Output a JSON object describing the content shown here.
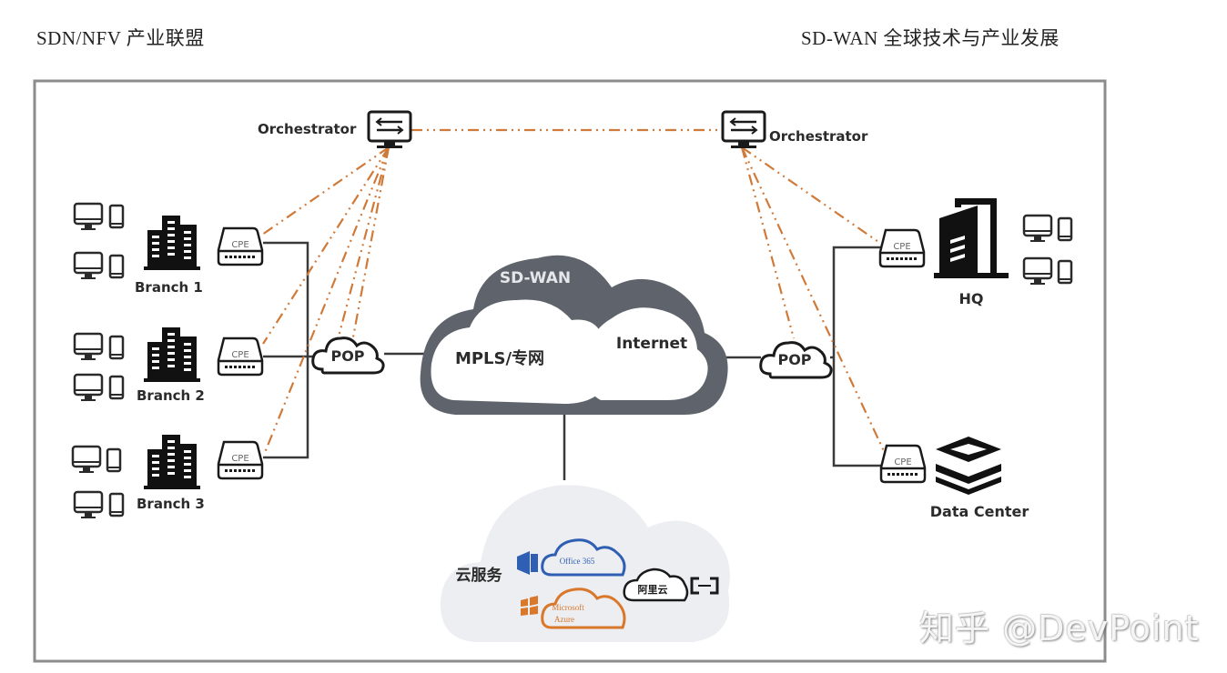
{
  "header": {
    "left": "SDN/NFV 产业联盟",
    "right": "SD-WAN 全球技术与产业发展"
  },
  "orchestrators": [
    {
      "label": "Orchestrator",
      "side": "left"
    },
    {
      "label": "Orchestrator",
      "side": "right"
    }
  ],
  "branches": [
    {
      "label": "Branch 1",
      "cpe": "CPE"
    },
    {
      "label": "Branch 2",
      "cpe": "CPE"
    },
    {
      "label": "Branch 3",
      "cpe": "CPE"
    }
  ],
  "hq": {
    "label": "HQ",
    "cpe": "CPE"
  },
  "datacenter": {
    "label": "Data Center",
    "cpe": "CPE"
  },
  "pop": {
    "left": "POP",
    "right": "POP"
  },
  "sdwan": {
    "title": "SD-WAN",
    "mpls": "MPLS/专网",
    "internet": "Internet"
  },
  "cloud_services": {
    "title": "云服务",
    "office365": "Office 365",
    "azure_line1": "Microsoft",
    "azure_line2": "Azure",
    "aliyun": "阿里云"
  },
  "colors": {
    "control_link": "#d07a3a",
    "wan_cloud": "#5f646c",
    "service_cloud": "#eceef2",
    "office_blue": "#2f5fb3",
    "azure_orange": "#d9772a",
    "frame": "#8c8c8c"
  },
  "watermark": "知乎 @DevPoint"
}
